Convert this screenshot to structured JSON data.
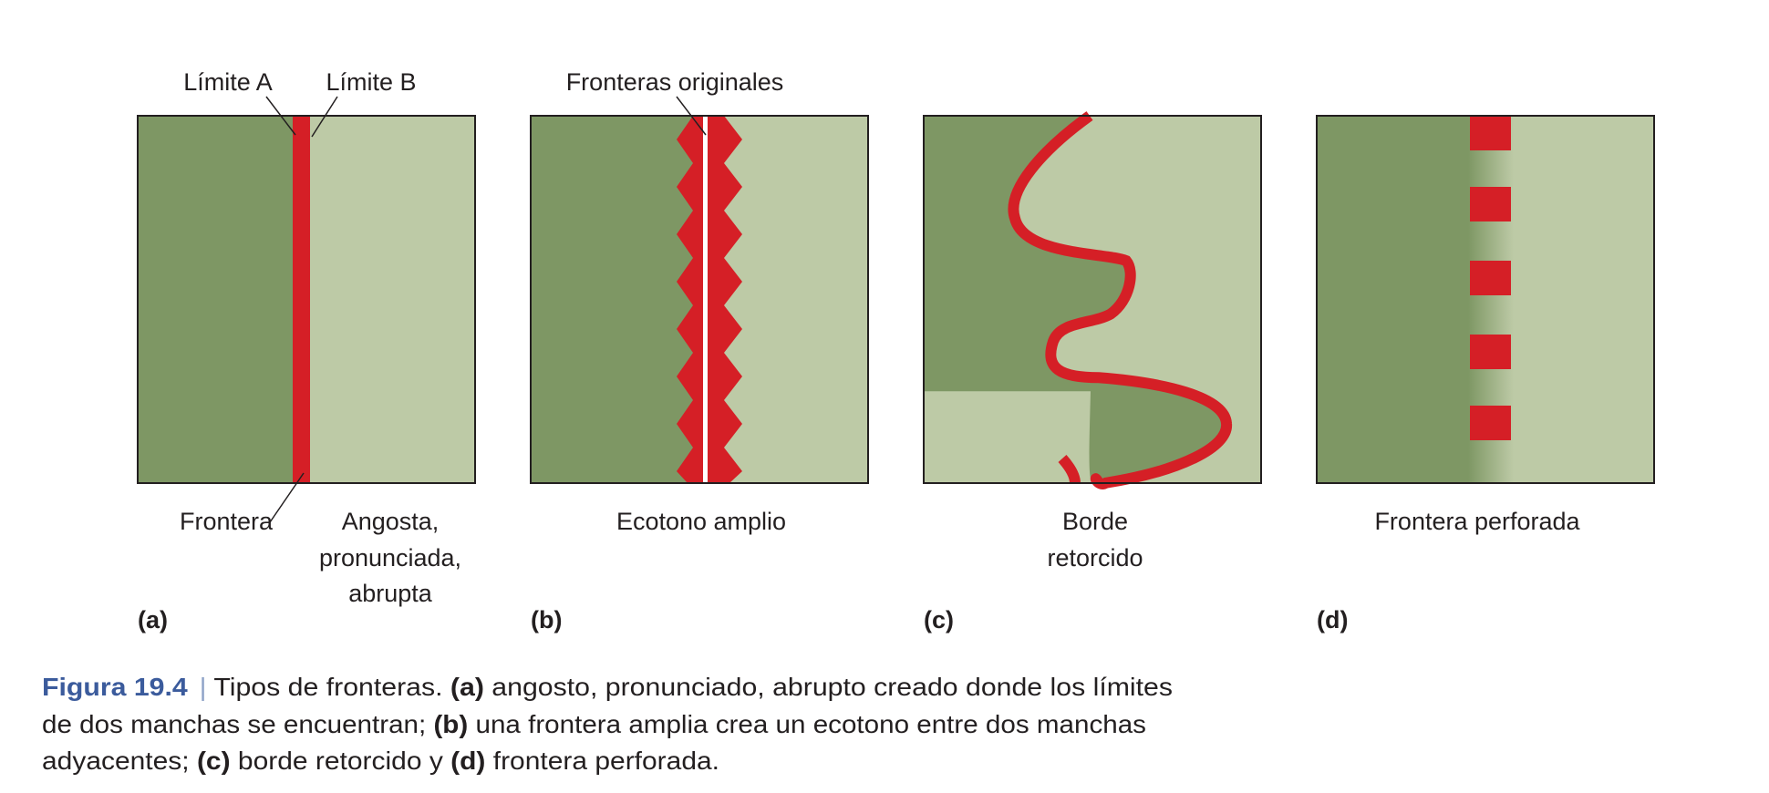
{
  "colors": {
    "dark_patch": "#7e9764",
    "light_patch": "#bdcaa6",
    "boundary": "#d51f26",
    "figure_label": "#3b5b9c"
  },
  "panels": {
    "a": {
      "tag": "(a)",
      "limit_a": "Límite A",
      "limit_b": "Límite B",
      "frontier": "Frontera",
      "desc": [
        "Angosta,",
        "pronunciada,",
        "abrupta"
      ]
    },
    "b": {
      "tag": "(b)",
      "original": "Fronteras originales",
      "desc": "Ecotono amplio"
    },
    "c": {
      "tag": "(c)",
      "desc": [
        "Borde",
        "retorcido"
      ]
    },
    "d": {
      "tag": "(d)",
      "desc": "Frontera perforada"
    }
  },
  "caption": {
    "figure": "Figura 19.4",
    "separator": "|",
    "l1a": " Tipos de fronteras. ",
    "l1b": "(a)",
    "l1c": " angosto, pronunciado, abrupto creado donde los límites",
    "l2a": "de dos manchas se encuentran; ",
    "l2b": "(b)",
    "l2c": " una frontera amplia crea un ecotono entre dos manchas",
    "l3a": "adyacentes; ",
    "l3b": "(c)",
    "l3c": " borde retorcido y ",
    "l3d": "(d)",
    "l3e": " frontera perforada."
  }
}
